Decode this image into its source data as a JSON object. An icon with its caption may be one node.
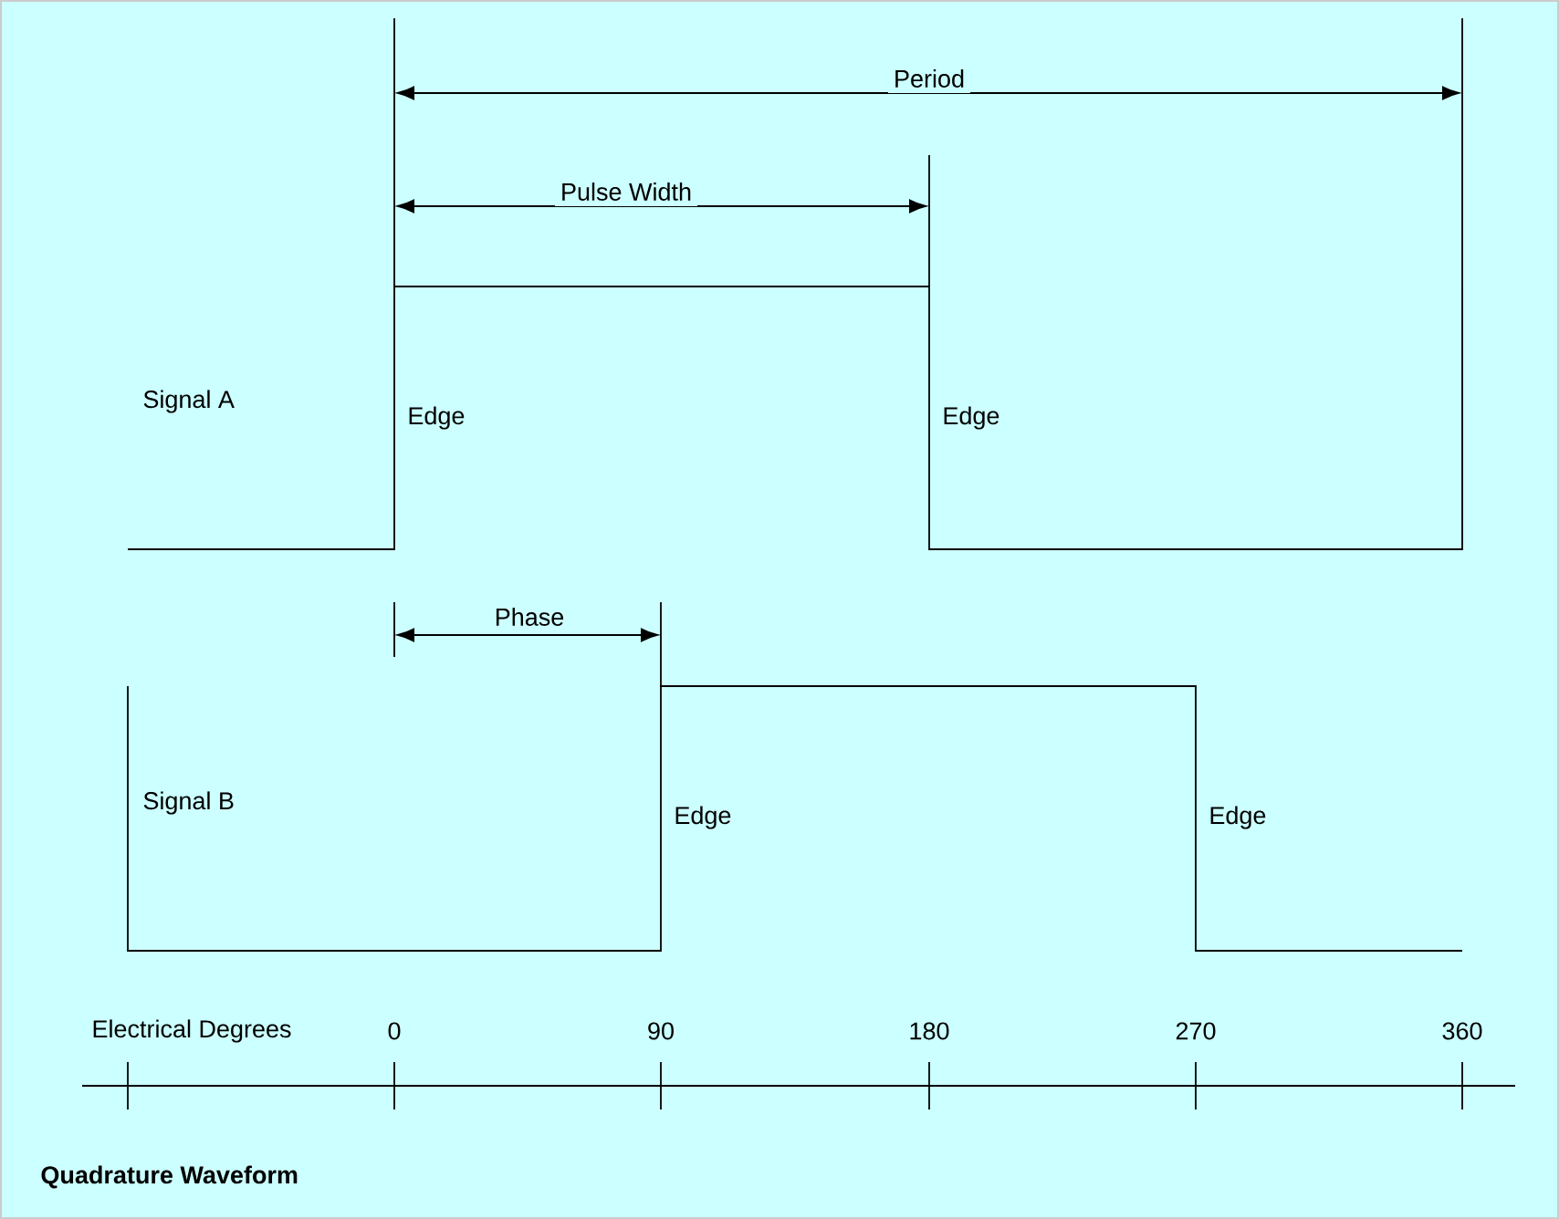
{
  "diagram": {
    "caption": "Quadrature Waveform",
    "labels": [
      "Period",
      "Pulse Width",
      "Signal A",
      "Edge",
      "Edge",
      "Phase",
      "Signal B",
      "Edge",
      "Edge",
      "Electrical Degrees",
      "0",
      "90",
      "180",
      "270",
      "360"
    ]
  }
}
